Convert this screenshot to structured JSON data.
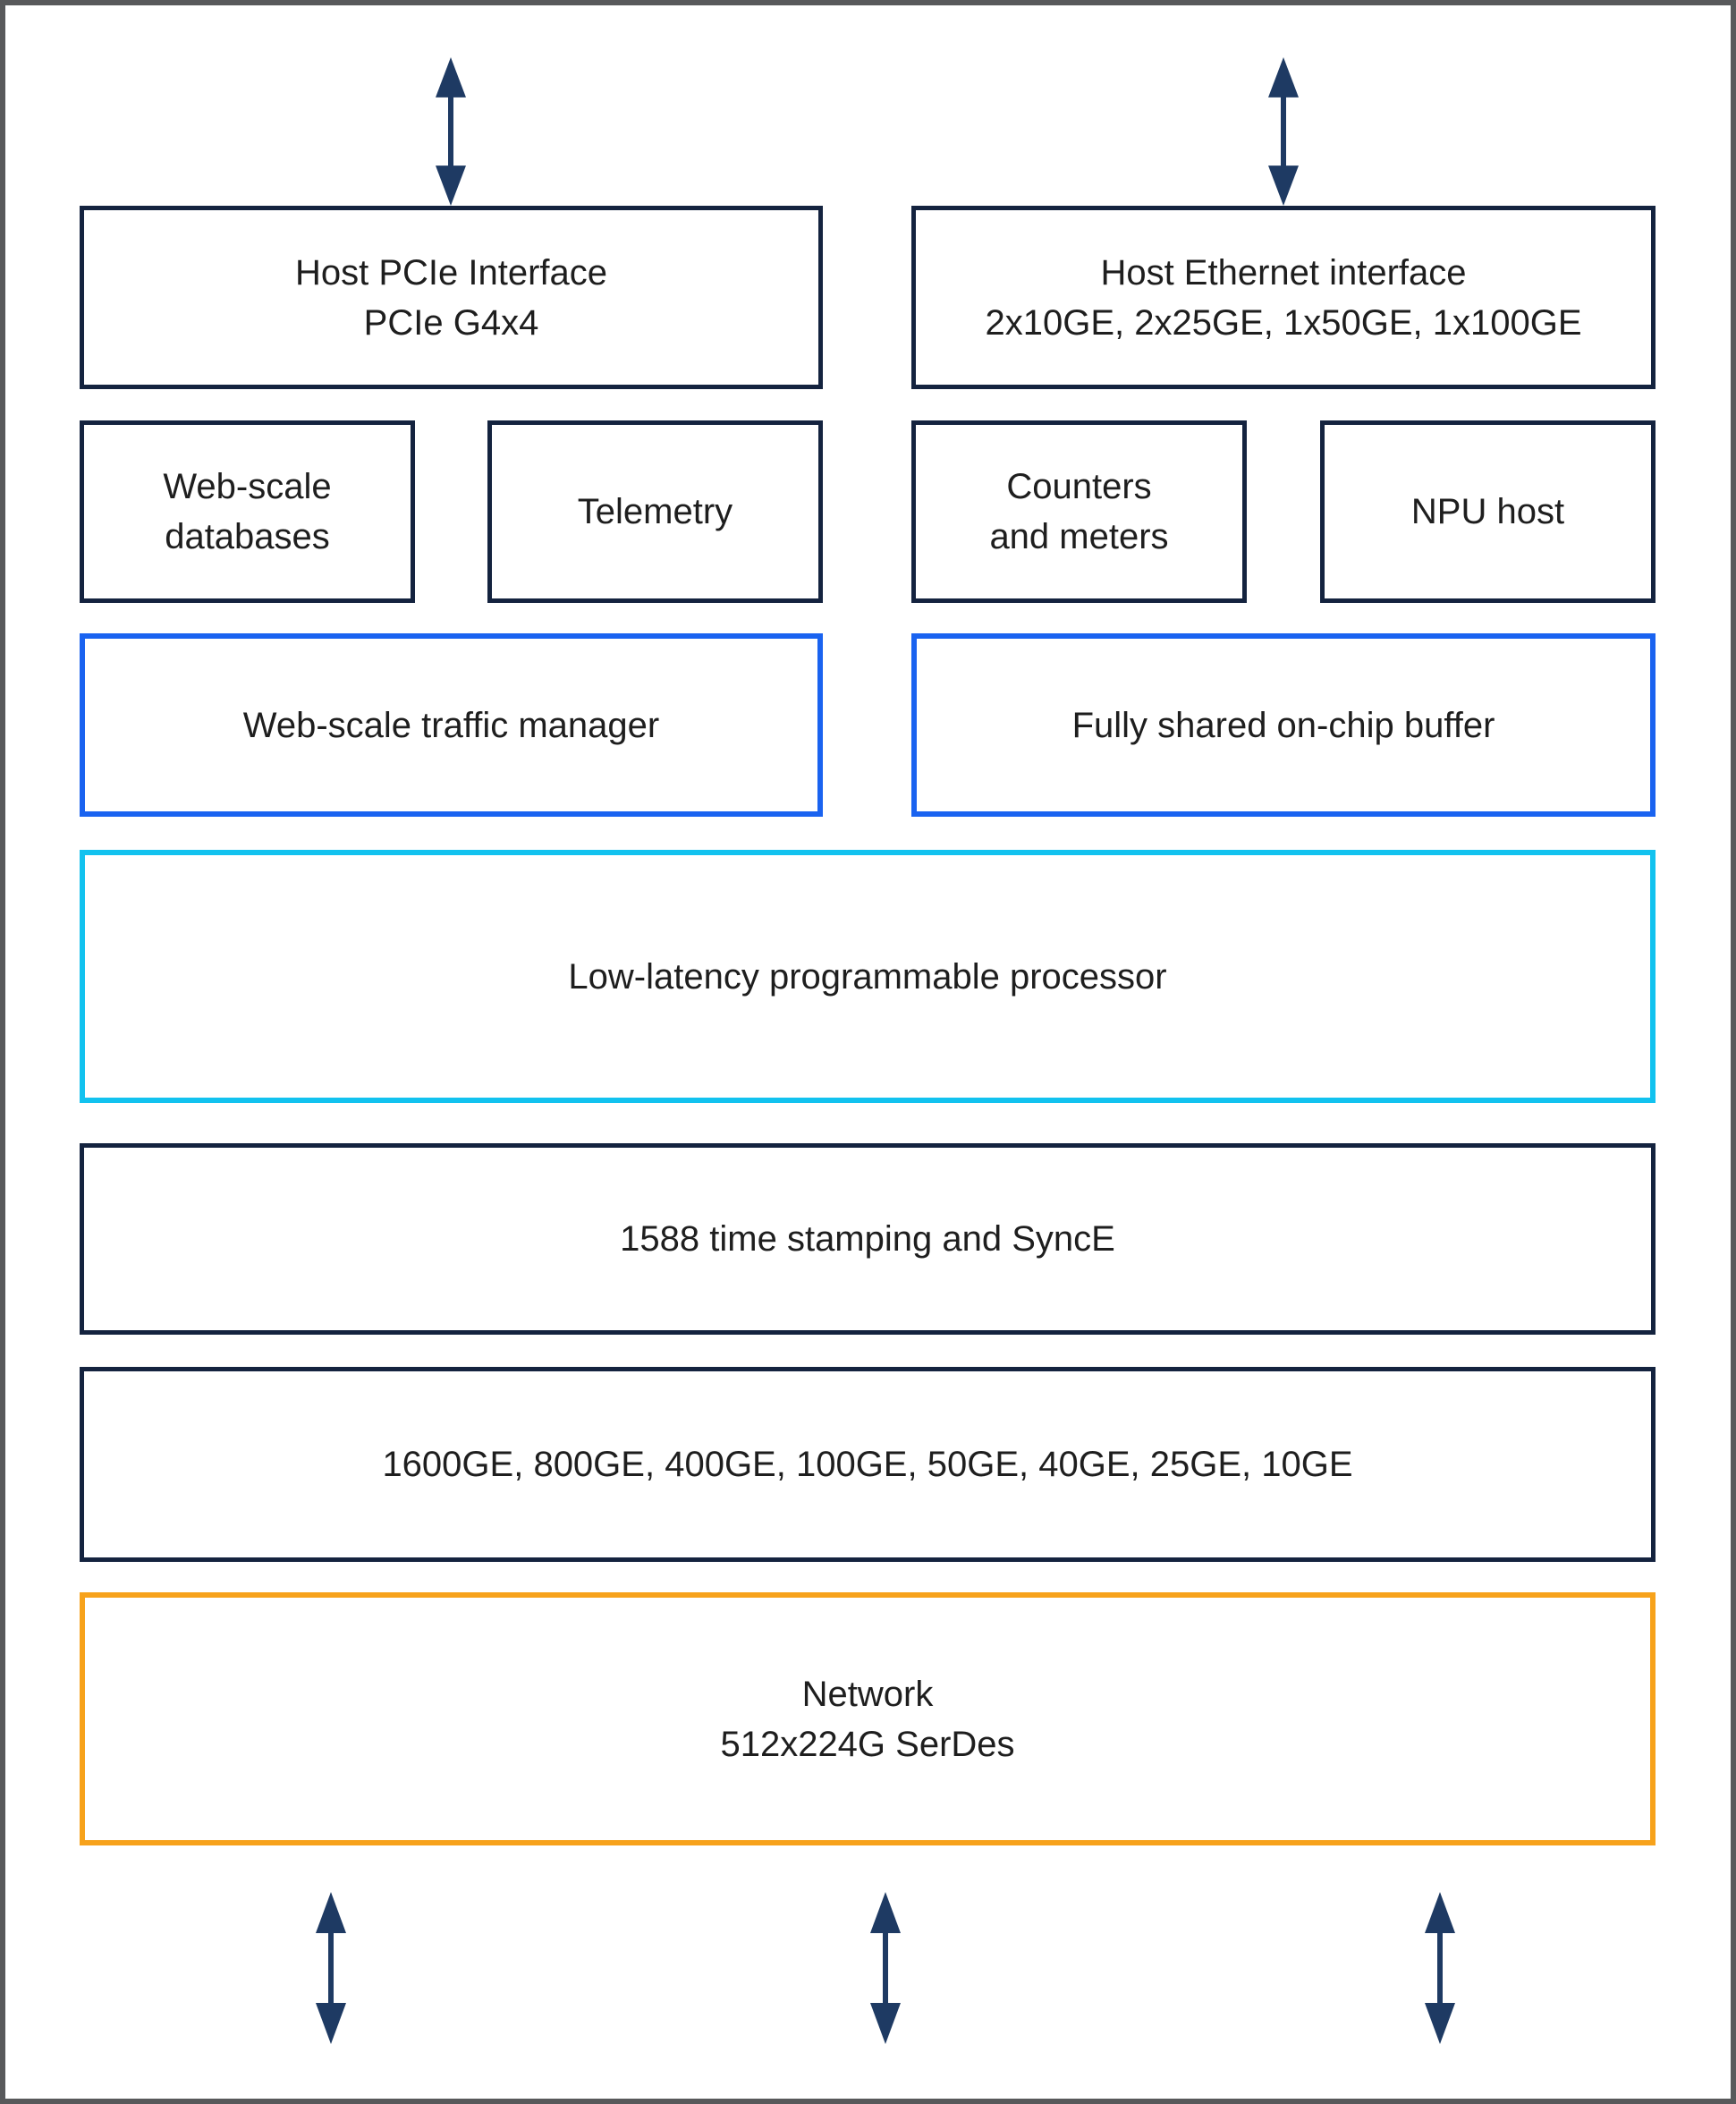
{
  "diagram": {
    "type": "block-diagram",
    "colors": {
      "frame_gray": "#58595b",
      "navy_border": "#14233f",
      "blue_border": "#1a63f0",
      "cyan_border": "#12c2ef",
      "orange_border": "#f7a21b",
      "arrow_navy": "#1e3a63",
      "text": "#1e1e1e",
      "background": "#ffffff"
    },
    "boxes": {
      "host_pcie": {
        "lines": [
          "Host PCIe Interface",
          "PCIe G4x4"
        ]
      },
      "host_ethernet": {
        "lines": [
          "Host Ethernet interface",
          "2x10GE, 2x25GE, 1x50GE, 1x100GE"
        ]
      },
      "web_scale_databases": {
        "lines": [
          "Web-scale",
          "databases"
        ]
      },
      "telemetry": {
        "lines": [
          "Telemetry"
        ]
      },
      "counters_and_meters": {
        "lines": [
          "Counters",
          "and meters"
        ]
      },
      "npu_host": {
        "lines": [
          "NPU host"
        ]
      },
      "web_scale_traffic_manager": {
        "lines": [
          "Web-scale traffic manager"
        ]
      },
      "fully_shared_on_chip_buffer": {
        "lines": [
          "Fully shared on-chip buffer"
        ]
      },
      "low_latency_programmable_processor": {
        "lines": [
          "Low-latency programmable processor"
        ]
      },
      "time_stamping": {
        "lines": [
          "1588 time stamping and SyncE"
        ]
      },
      "port_speeds": {
        "lines": [
          "1600GE, 800GE, 400GE, 100GE, 50GE, 40GE, 25GE, 10GE"
        ]
      },
      "network_serdes": {
        "lines": [
          "Network",
          "512x224G SerDes"
        ]
      }
    },
    "arrows": {
      "top_count": 2,
      "bottom_count": 3,
      "style": "bidirectional-vertical"
    }
  }
}
